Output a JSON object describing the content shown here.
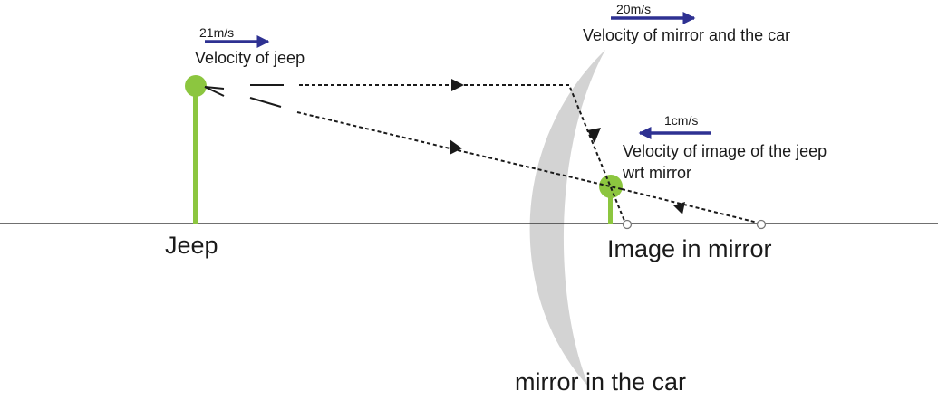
{
  "labels": {
    "jeep_speed": "21m/s",
    "jeep_velocity": "Velocity of jeep",
    "mirror_speed": "20m/s",
    "mirror_velocity": "Velocity of mirror and the car",
    "image_speed": "1cm/s",
    "image_velocity_line1": "Velocity of image of the jeep",
    "image_velocity_line2": "wrt mirror",
    "jeep": "Jeep",
    "image": "Image in mirror",
    "mirror": "mirror in the car"
  },
  "colors": {
    "jeep_green": "#8cc63f",
    "velocity_arrow": "#2e3192",
    "mirror_gray": "#d3d3d3",
    "line": "#1a1a1a"
  }
}
